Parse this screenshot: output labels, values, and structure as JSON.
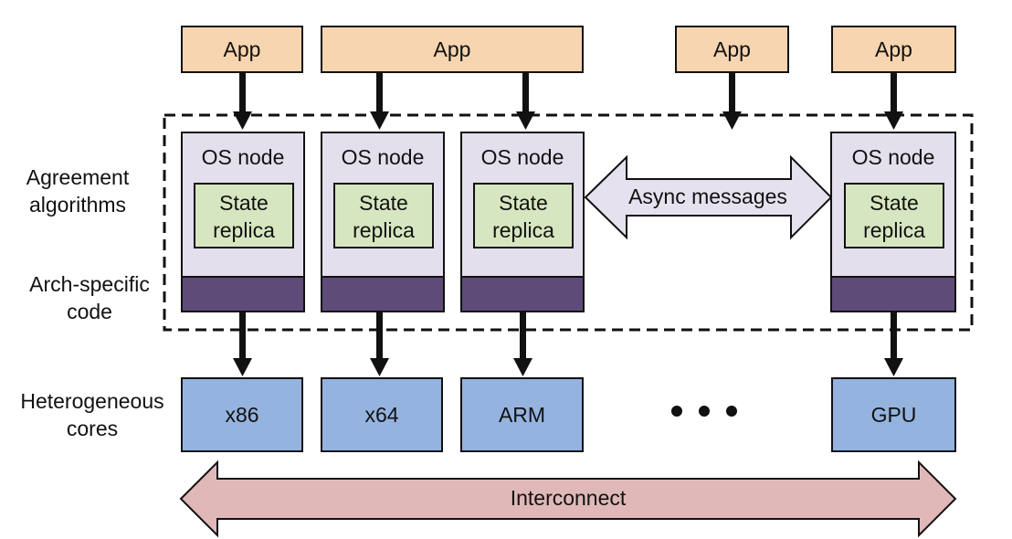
{
  "apps": [
    "App",
    "App",
    "App",
    "App"
  ],
  "nodes": [
    {
      "title": "OS node",
      "replica_line1": "State",
      "replica_line2": "replica"
    },
    {
      "title": "OS node",
      "replica_line1": "State",
      "replica_line2": "replica"
    },
    {
      "title": "OS node",
      "replica_line1": "State",
      "replica_line2": "replica"
    },
    {
      "title": "OS node",
      "replica_line1": "State",
      "replica_line2": "replica"
    }
  ],
  "cores": [
    "x86",
    "x64",
    "ARM",
    "GPU"
  ],
  "async_messages": "Async messages",
  "interconnect": "Interconnect",
  "side_labels": {
    "agreement_line1": "Agreement",
    "agreement_line2": "algorithms",
    "arch_line1": "Arch-specific",
    "arch_line2": "code",
    "hetero_line1": "Heterogeneous",
    "hetero_line2": "cores"
  },
  "colors": {
    "app_fill": "#f6d5b0",
    "node_fill": "#e4dfec",
    "arch_band": "#5e4b78",
    "replica_fill": "#d6e6c0",
    "core_fill": "#95b3df",
    "async_arrow_fill": "#e6e1ee",
    "interconnect_fill": "#e0b8b8"
  }
}
